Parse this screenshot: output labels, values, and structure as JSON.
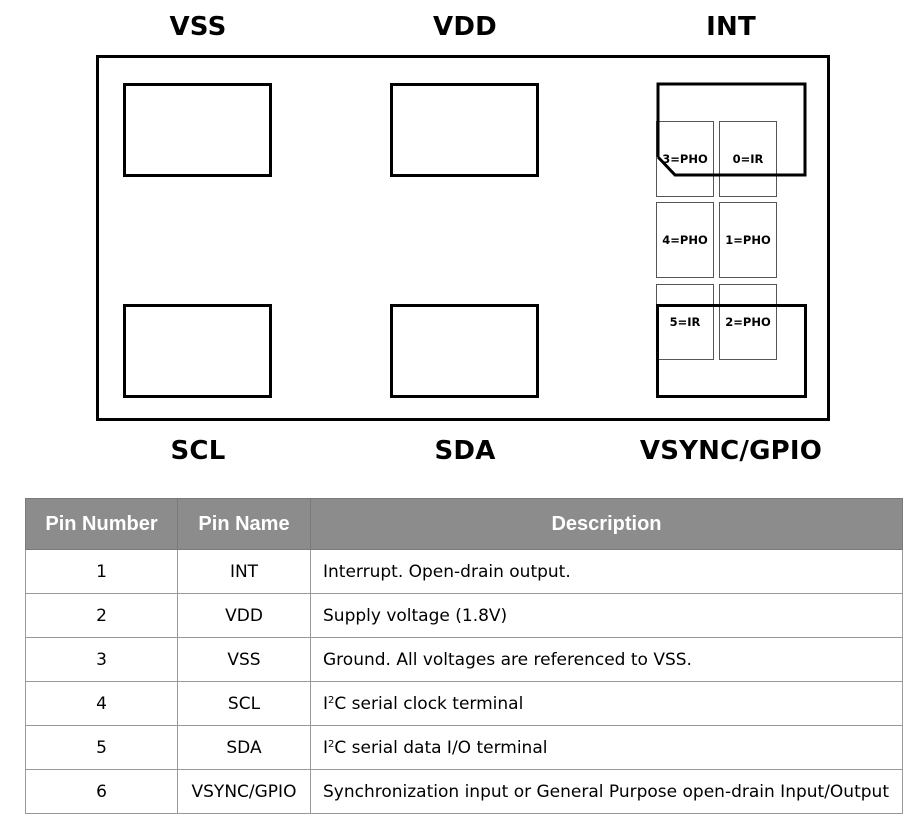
{
  "diagram": {
    "top_labels": [
      "VSS",
      "VDD",
      "INT"
    ],
    "bottom_labels": [
      "SCL",
      "SDA",
      "VSYNC/GPIO"
    ],
    "sensor_cells": [
      "3=PHO",
      "0=IR",
      "4=PHO",
      "1=PHO",
      "5=IR",
      "2=PHO"
    ]
  },
  "table": {
    "headers": [
      "Pin Number",
      "Pin Name",
      "Description"
    ],
    "rows": [
      {
        "number": "1",
        "name": "INT",
        "desc_pre": "",
        "desc_sup": "",
        "desc": "Interrupt. Open-drain output."
      },
      {
        "number": "2",
        "name": "VDD",
        "desc_pre": "",
        "desc_sup": "",
        "desc": "Supply voltage (1.8V)"
      },
      {
        "number": "3",
        "name": "VSS",
        "desc_pre": "",
        "desc_sup": "",
        "desc": "Ground. All voltages are referenced to VSS."
      },
      {
        "number": "4",
        "name": "SCL",
        "desc_pre": "I",
        "desc_sup": "2",
        "desc": "C serial clock terminal"
      },
      {
        "number": "5",
        "name": "SDA",
        "desc_pre": "I",
        "desc_sup": "2",
        "desc": "C serial data I/O terminal"
      },
      {
        "number": "6",
        "name": "VSYNC/GPIO",
        "desc_pre": "",
        "desc_sup": "",
        "desc": "Synchronization input or General Purpose open-drain Input/Output"
      }
    ]
  }
}
